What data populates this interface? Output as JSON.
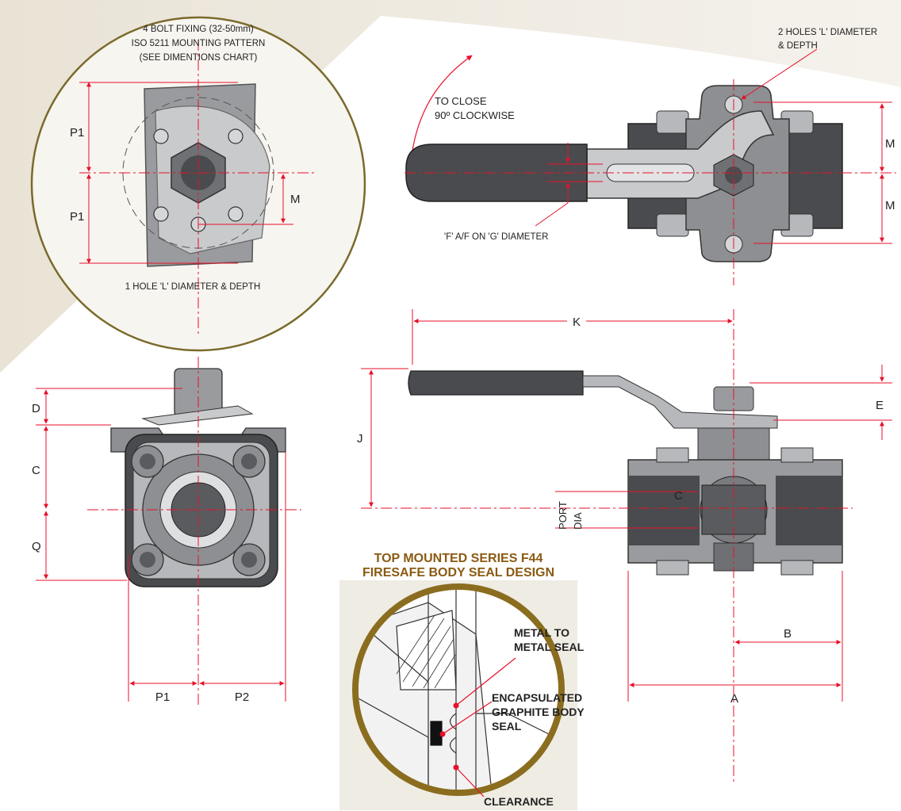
{
  "top_circle": {
    "note_line1": "4 BOLT FIXING (32-50mm)",
    "note_line2": "ISO 5211 MOUNTING PATTERN",
    "note_line3": "(SEE DIMENTIONS CHART)",
    "hole_note": "1 HOLE 'L' DIAMETER & DEPTH",
    "dim_p1_upper": "P1",
    "dim_p1_lower": "P1",
    "dim_m": "M"
  },
  "top_view": {
    "rotation_note_line1": "TO CLOSE",
    "rotation_note_line2": "90º CLOCKWISE",
    "holes_note_line1": "2 HOLES 'L' DIAMETER",
    "holes_note_line2": "& DEPTH",
    "flat_note": "'F' A/F ON 'G' DIAMETER",
    "dim_m_upper": "M",
    "dim_m_lower": "M"
  },
  "end_view": {
    "dim_d": "D",
    "dim_c": "C",
    "dim_q": "Q",
    "dim_p1": "P1",
    "dim_p2": "P2"
  },
  "side_view": {
    "dim_k": "K",
    "dim_j": "J",
    "dim_e": "E",
    "dim_c": "C",
    "port_dia_line1": "PORT",
    "port_dia_line2": "DIA",
    "dim_b": "B",
    "dim_a": "A"
  },
  "detail": {
    "title_line1": "TOP MOUNTED SERIES F44",
    "title_line2": "FIRESAFE BODY SEAL DESIGN",
    "metal_seal_line1": "METAL TO",
    "metal_seal_line2": "METAL SEAL",
    "graphite_line1": "ENCAPSULATED",
    "graphite_line2": "GRAPHITE BODY",
    "graphite_line3": "SEAL",
    "clearance": "CLEARANCE"
  },
  "colors": {
    "dimension_red": "#e8102a",
    "metal_grey": "#8d8f92",
    "dark_grey": "#3d3f42",
    "detail_ring": "#8a6d1e"
  }
}
